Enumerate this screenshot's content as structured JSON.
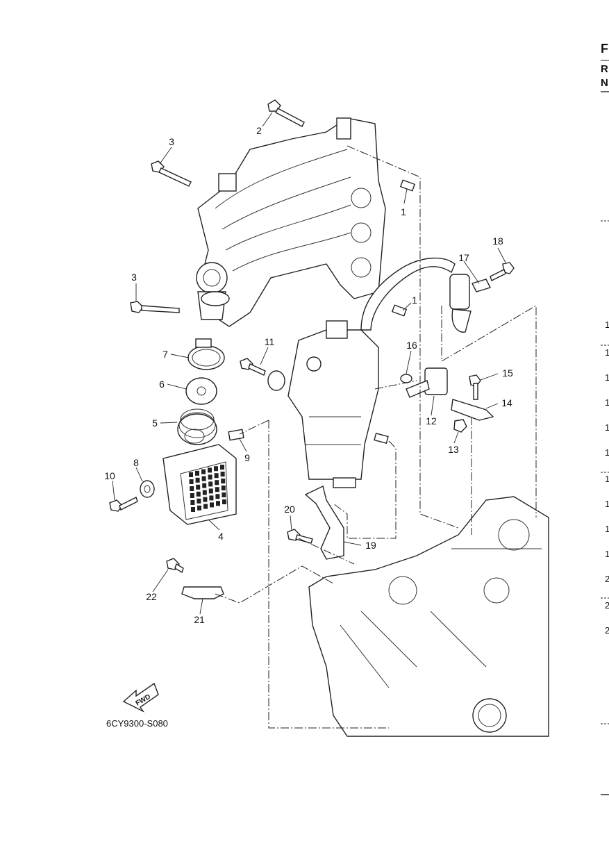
{
  "diagram": {
    "code": "6CY9300-S080",
    "fwd_label": "FWD",
    "callouts": [
      "1",
      "1",
      "2",
      "3",
      "3",
      "4",
      "5",
      "6",
      "7",
      "8",
      "9",
      "10",
      "11",
      "12",
      "13",
      "14",
      "15",
      "16",
      "17",
      "18",
      "19",
      "20",
      "21",
      "22"
    ]
  },
  "right_edge": {
    "header_letters": [
      "F",
      "R",
      "N"
    ],
    "numbers": [
      "1",
      "1",
      "1",
      "1",
      "1",
      "1",
      "1",
      "1",
      "1",
      "1",
      "2",
      "2",
      "2"
    ]
  }
}
